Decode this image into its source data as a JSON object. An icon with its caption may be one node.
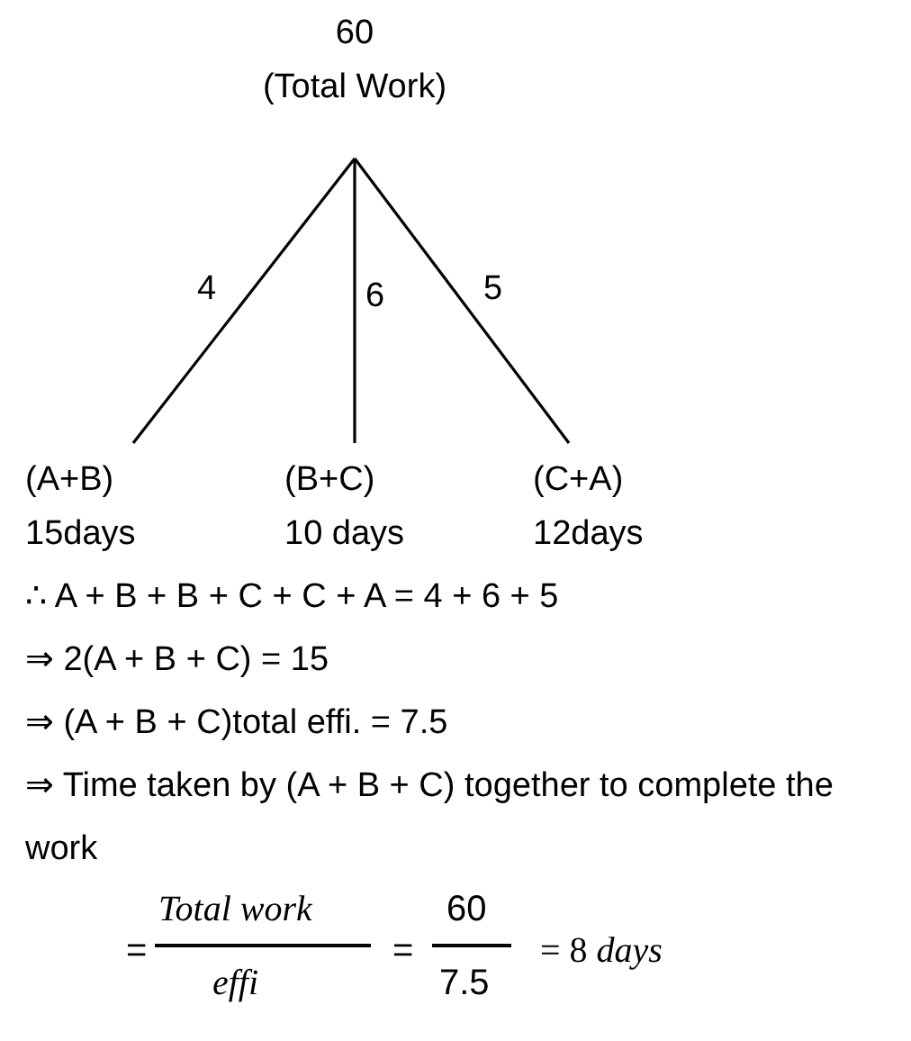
{
  "diagram": {
    "nodes": [
      {
        "text": [
          "60",
          "(Total Work)"
        ]
      },
      {
        "text": [
          "(A+B)",
          "15days"
        ]
      },
      {
        "text": [
          "(B+C)",
          "10 days"
        ]
      },
      {
        "text": [
          "(C+A)",
          "12days"
        ]
      }
    ],
    "edges": [
      {
        "from": 0,
        "to": 1,
        "arrow": "none",
        "label": "4"
      },
      {
        "from": 0,
        "to": 2,
        "arrow": "none",
        "label": "6"
      },
      {
        "from": 0,
        "to": 3,
        "arrow": "none",
        "label": "5"
      }
    ],
    "labels": [
      "∴ A + B + B + C + C + A  = 4 + 6 + 5",
      "⇒ 2(A + B + C) = 15",
      "⇒ (A + B + C)total effi. = 7.5",
      "⇒ Time taken by (A + B + C) together to complete the work",
      "=",
      "*Total work*",
      "*effi*",
      "=",
      "60",
      "7.5",
      "= 8 *days*"
    ]
  }
}
